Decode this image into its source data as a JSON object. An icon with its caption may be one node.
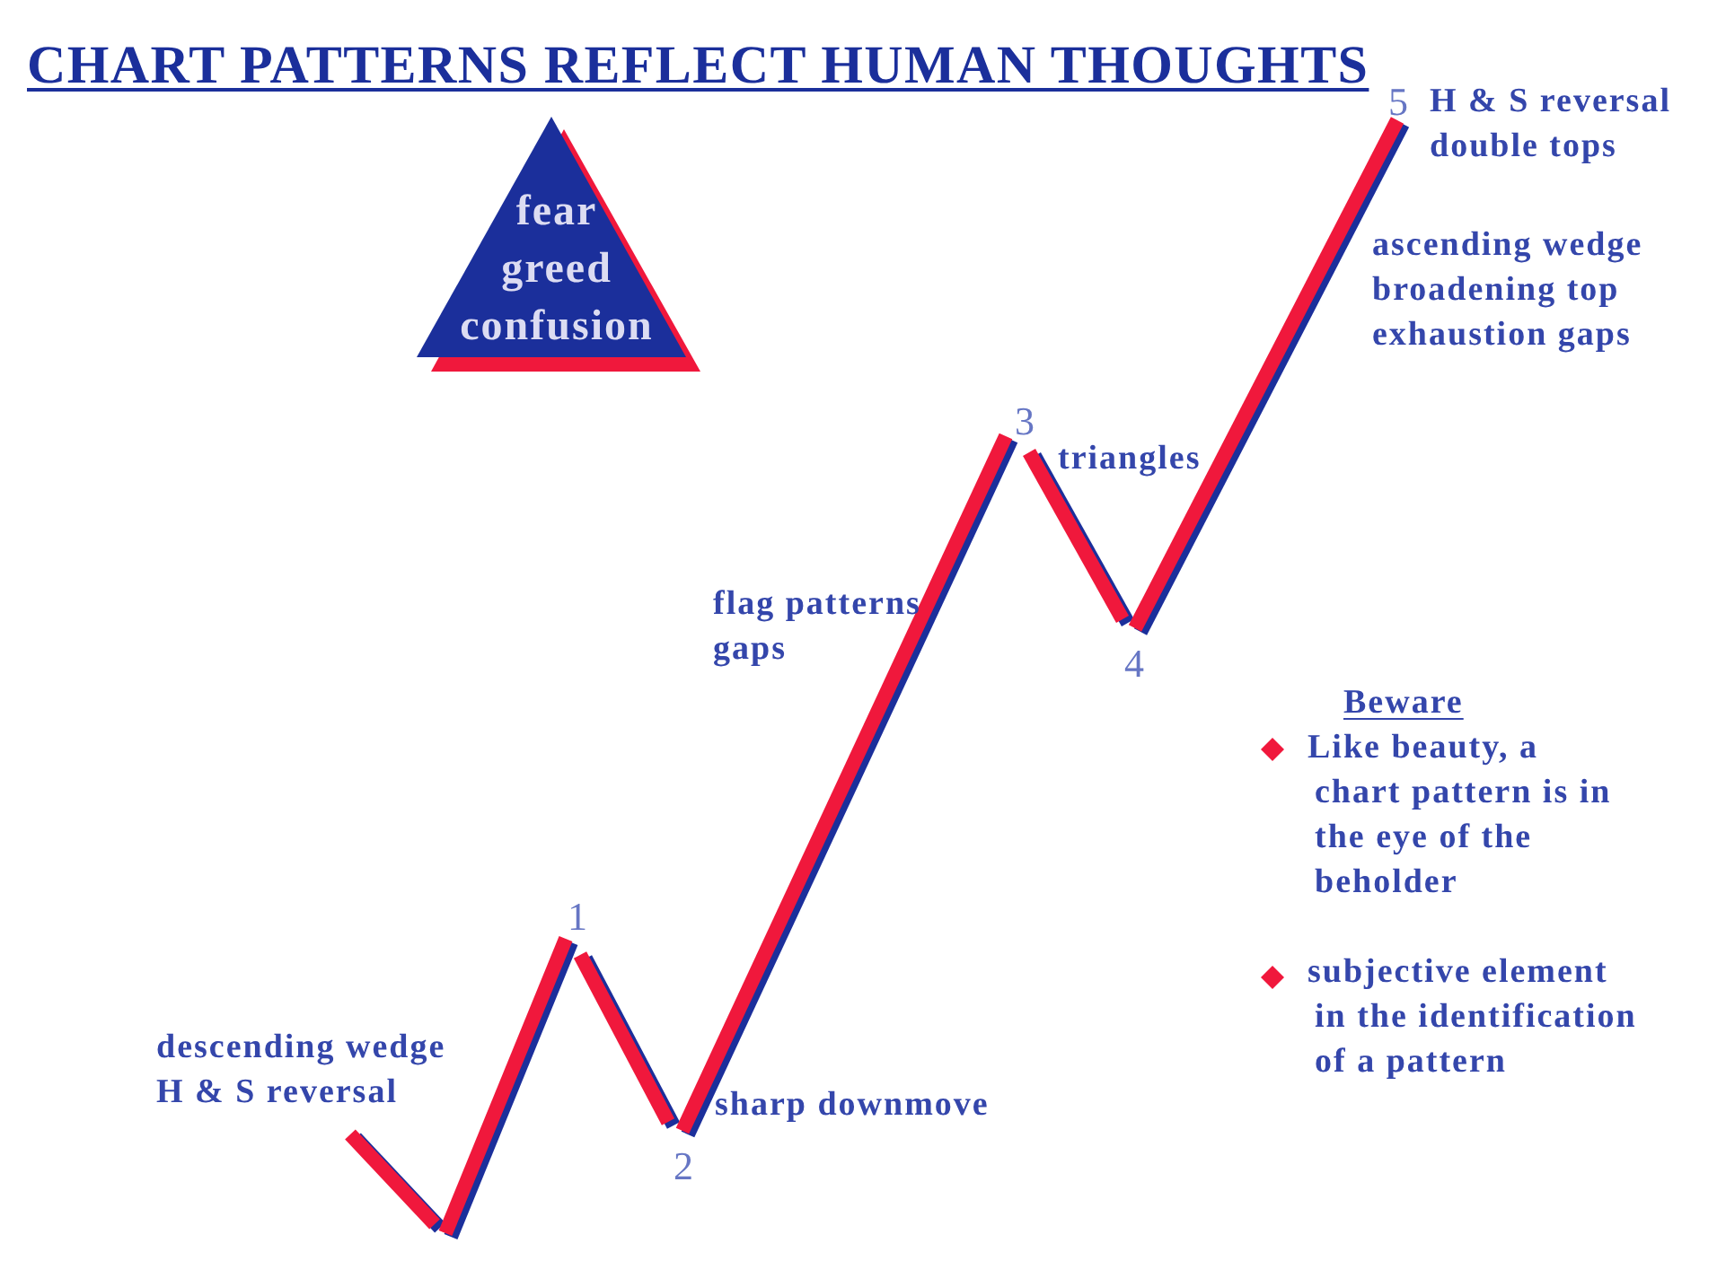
{
  "diagram": {
    "title": "CHART PATTERNS REFLECT HUMAN THOUGHTS",
    "nodes": [
      {
        "text": [
          "fear",
          "greed",
          "confusion"
        ]
      }
    ],
    "labels": [
      "5",
      "H & S reversal double tops",
      "ascending wedge broadening top exhaustion gaps",
      "3",
      "triangles",
      "flag patterns gaps",
      "4",
      "Beware",
      "Like beauty, a chart pattern is in the eye of the beholder",
      "1",
      "subjective element in the identification of a pattern",
      "descending wedge H & S reversal",
      "sharp downmove",
      "2"
    ]
  }
}
